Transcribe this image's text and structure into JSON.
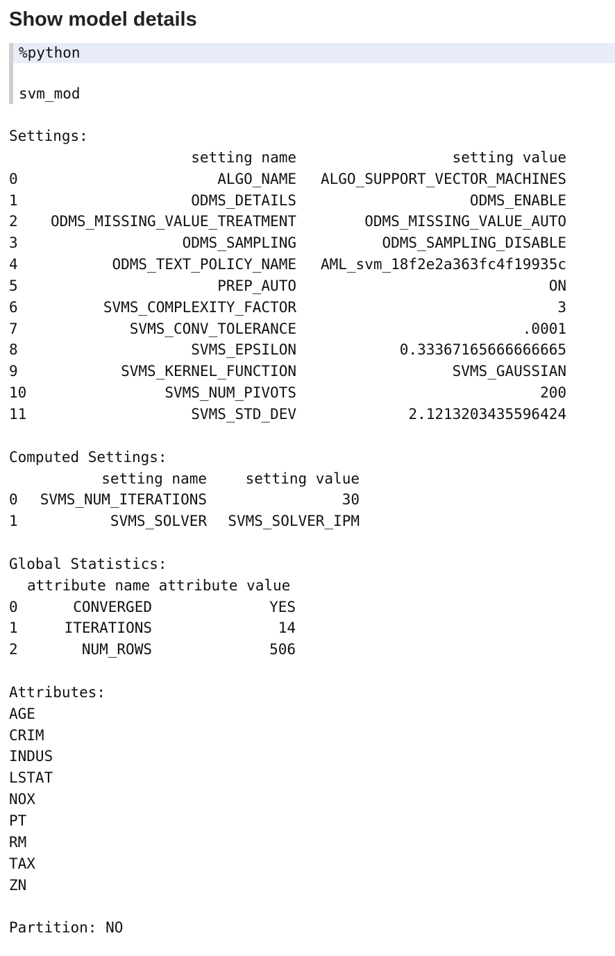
{
  "title": "Show model details",
  "code": {
    "magic": "%python",
    "line": "svm_mod"
  },
  "settings": {
    "heading": "Settings:",
    "columns": [
      "setting name",
      "setting value"
    ],
    "rows": [
      {
        "idx": "0",
        "name": "ALGO_NAME",
        "value": "ALGO_SUPPORT_VECTOR_MACHINES"
      },
      {
        "idx": "1",
        "name": "ODMS_DETAILS",
        "value": "ODMS_ENABLE"
      },
      {
        "idx": "2",
        "name": "ODMS_MISSING_VALUE_TREATMENT",
        "value": "ODMS_MISSING_VALUE_AUTO"
      },
      {
        "idx": "3",
        "name": "ODMS_SAMPLING",
        "value": "ODMS_SAMPLING_DISABLE"
      },
      {
        "idx": "4",
        "name": "ODMS_TEXT_POLICY_NAME",
        "value": "AML_svm_18f2e2a363fc4f19935c"
      },
      {
        "idx": "5",
        "name": "PREP_AUTO",
        "value": "ON"
      },
      {
        "idx": "6",
        "name": "SVMS_COMPLEXITY_FACTOR",
        "value": "3"
      },
      {
        "idx": "7",
        "name": "SVMS_CONV_TOLERANCE",
        "value": ".0001"
      },
      {
        "idx": "8",
        "name": "SVMS_EPSILON",
        "value": "0.33367165666666665"
      },
      {
        "idx": "9",
        "name": "SVMS_KERNEL_FUNCTION",
        "value": "SVMS_GAUSSIAN"
      },
      {
        "idx": "10",
        "name": "SVMS_NUM_PIVOTS",
        "value": "200"
      },
      {
        "idx": "11",
        "name": "SVMS_STD_DEV",
        "value": "2.1213203435596424"
      }
    ]
  },
  "computed_settings": {
    "heading": "Computed Settings:",
    "columns": [
      "setting name",
      "setting value"
    ],
    "rows": [
      {
        "idx": "0",
        "name": "SVMS_NUM_ITERATIONS",
        "value": "30"
      },
      {
        "idx": "1",
        "name": "SVMS_SOLVER",
        "value": "SVMS_SOLVER_IPM"
      }
    ]
  },
  "global_statistics": {
    "heading": "Global Statistics:",
    "columns": [
      "attribute name",
      "attribute value"
    ],
    "rows": [
      {
        "idx": "0",
        "name": "CONVERGED",
        "value": "YES"
      },
      {
        "idx": "1",
        "name": "ITERATIONS",
        "value": "14"
      },
      {
        "idx": "2",
        "name": "NUM_ROWS",
        "value": "506"
      }
    ]
  },
  "attributes": {
    "heading": "Attributes:",
    "items": [
      "AGE",
      "CRIM",
      "INDUS",
      "LSTAT",
      "NOX",
      "PT",
      "RM",
      "TAX",
      "ZN"
    ]
  },
  "partition": "Partition: NO"
}
